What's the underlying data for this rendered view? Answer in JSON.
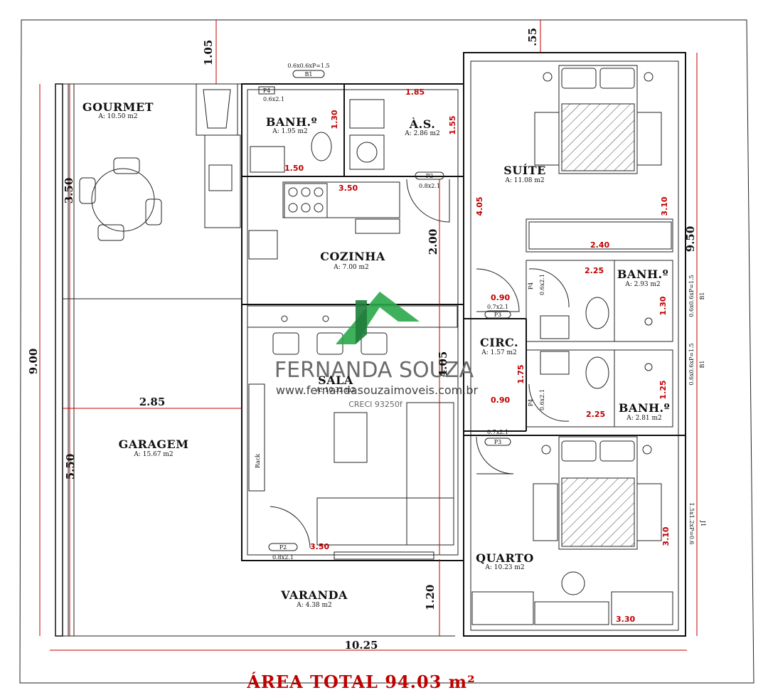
{
  "plan": {
    "total_area": "ÁREA TOTAL 94.03 m²",
    "rooms": {
      "gourmet": {
        "name": "GOURMET",
        "area": "A: 10.50 m2"
      },
      "banho_social": {
        "name": "BANH.º",
        "area": "A: 1.95 m2"
      },
      "area_servico": {
        "name": "À.S.",
        "area": "A: 2.86 m2"
      },
      "suite": {
        "name": "SUÍTE",
        "area": "A: 11.08 m2"
      },
      "cozinha": {
        "name": "COZINHA",
        "area": "A: 7.00 m2"
      },
      "banho_suite": {
        "name": "BANH.º",
        "area": "A: 2.93 m2"
      },
      "circulacao": {
        "name": "CIRC.",
        "area": "A: 1.57 m2"
      },
      "sala": {
        "name": "SALA",
        "area": "A: 10.32 m2"
      },
      "banho_quarto": {
        "name": "BANH.º",
        "area": "A: 2.81 m2"
      },
      "garagem": {
        "name": "GARAGEM",
        "area": "A: 15.67 m2"
      },
      "quarto": {
        "name": "QUARTO",
        "area": "A: 10.23 m2"
      },
      "varanda": {
        "name": "VARANDA",
        "area": "A: 4.38 m2"
      }
    },
    "dims_outer": {
      "top_left": "1.05",
      "top_right": ".55",
      "left_total": "9.00",
      "left_upper": "3.50",
      "left_lower": "5.50",
      "garage_width": "2.85",
      "right_total": "9.50",
      "bottom_total": "10.25",
      "kitchen_height": "2.00",
      "sala_height": "4.05",
      "varanda_depth": "1.20"
    },
    "dims_inner": {
      "as_width": "1.85",
      "as_height": "1.55",
      "banho_height": "1.30",
      "banho_width": "1.50",
      "cozinha_width": "3.50",
      "suite_height": "4.05",
      "suite_right": "3.10",
      "closet_width": "2.40",
      "banho_suite_width": "2.25",
      "banho_suite_height": "1.30",
      "circ_door_w": "0.90",
      "circ_height": "1.75",
      "circ_door_w2": "0.90",
      "banho_quarto_width": "2.25",
      "banho_quarto_height": "1.25",
      "quarto_right": "3.10",
      "quarto_width": "3.30",
      "sala_width": "3.50"
    },
    "labels": {
      "window_b1_top": "0.6x0.6xP=1.5",
      "b1": "B1",
      "p4": "P4",
      "door_06": "0.6x2.1",
      "p2": "P2",
      "door_08": "0.8x2.1",
      "p3": "P3",
      "door_07": "0.7x2.1",
      "window_right1": "0.6x0.6xP=1.5",
      "window_right2": "0.6x0.6xP=1.5",
      "window_j1": "1.5x1.2xP=0.6",
      "j1": "J1",
      "rack": "Rack"
    },
    "watermark": {
      "name": "FERNANDA SOUZA",
      "site": "www.fernandasouzaimoveis.com.br",
      "creci": "CRECI 93250f"
    },
    "colors": {
      "dimension_red": "#c00000",
      "logo_green": "#2aa84a"
    }
  }
}
